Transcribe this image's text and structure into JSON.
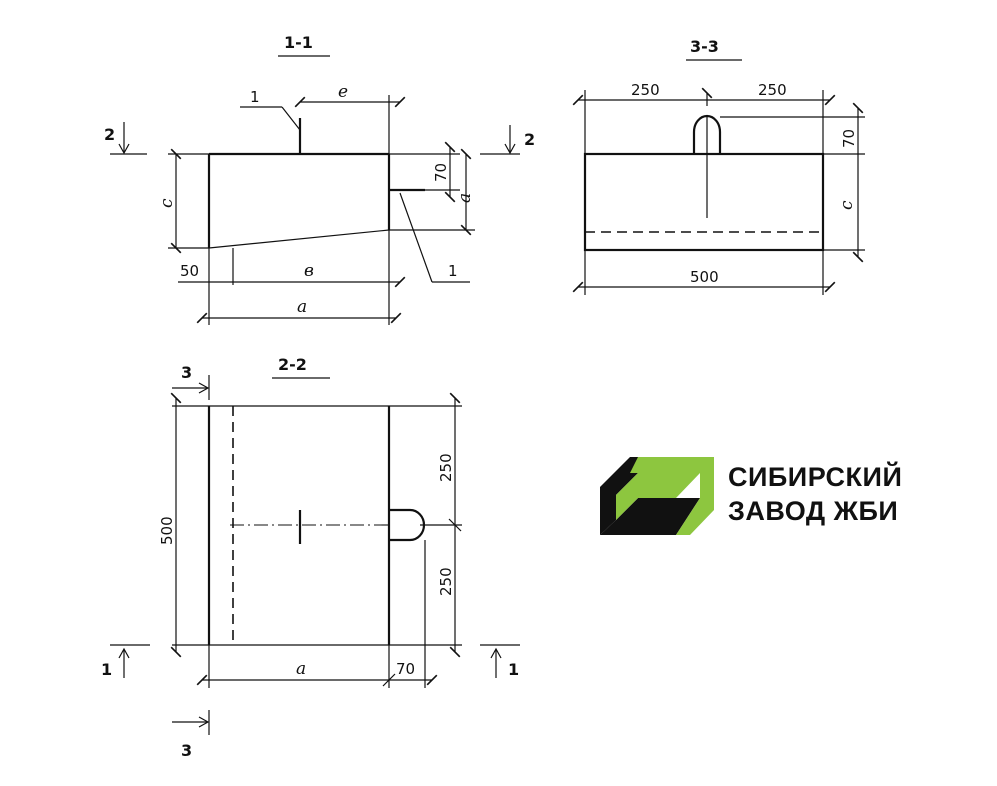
{
  "sections": {
    "s11": {
      "title": "1-1",
      "dims": {
        "e": "e",
        "c": "c",
        "v70": "70",
        "a_side": "a",
        "d50": "50",
        "b": "в",
        "a": "а"
      },
      "callout_top": "1",
      "callout_bottom": "1"
    },
    "s33": {
      "title": "3-3",
      "dims": {
        "w1": "250",
        "w2": "250",
        "h70": "70",
        "c": "c",
        "total": "500"
      }
    },
    "s22": {
      "title": "2-2",
      "dims": {
        "h500": "500",
        "v1": "250",
        "v2": "250",
        "a": "а",
        "d70": "70"
      }
    }
  },
  "cut_marks": {
    "m2_left": "2",
    "m2_right": "2",
    "m3_top": "3",
    "m3_bottom": "3",
    "m1_left": "1",
    "m1_right": "1"
  },
  "logo": {
    "line1": "СИБИРСКИЙ",
    "line2": "ЗАВОД ЖБИ",
    "colors": {
      "green": "#8dc63f",
      "black": "#111111"
    }
  }
}
